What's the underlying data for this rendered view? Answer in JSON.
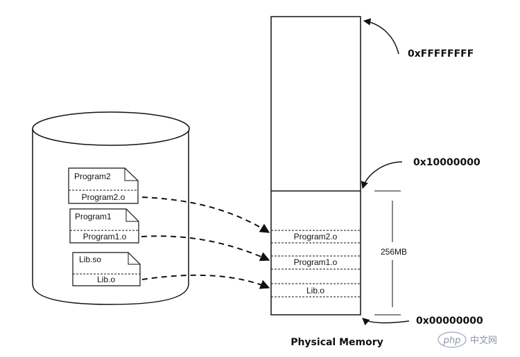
{
  "disk": {
    "files": [
      {
        "title": "Program2",
        "section": "Program2.o"
      },
      {
        "title": "Program1",
        "section": "Program1.o"
      },
      {
        "title": "Lib.so",
        "section": "Lib.o"
      }
    ]
  },
  "memory": {
    "title": "Physical Memory",
    "top_address": "0xFFFFFFFF",
    "mid_address": "0x10000000",
    "bottom_address": "0x00000000",
    "size_label": "256MB",
    "loaded": [
      "Program2.o",
      "Program1.o",
      "Lib.o"
    ]
  },
  "watermark": {
    "logo": "php",
    "text": "中文网"
  }
}
